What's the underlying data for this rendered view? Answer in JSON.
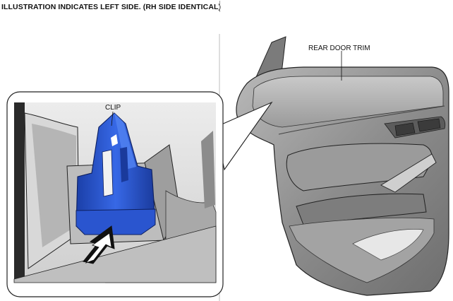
{
  "header": {
    "text": "ILLUSTRATION INDICATES LEFT SIDE. (RH SIDE IDENTICAL)"
  },
  "labels": {
    "rear_door_trim": "REAR DOOR TRIM",
    "clip": "CLIP"
  },
  "colors": {
    "clip_blue": "#2350c8",
    "trim_gray": "#8a8a8a",
    "outline": "#222222"
  }
}
